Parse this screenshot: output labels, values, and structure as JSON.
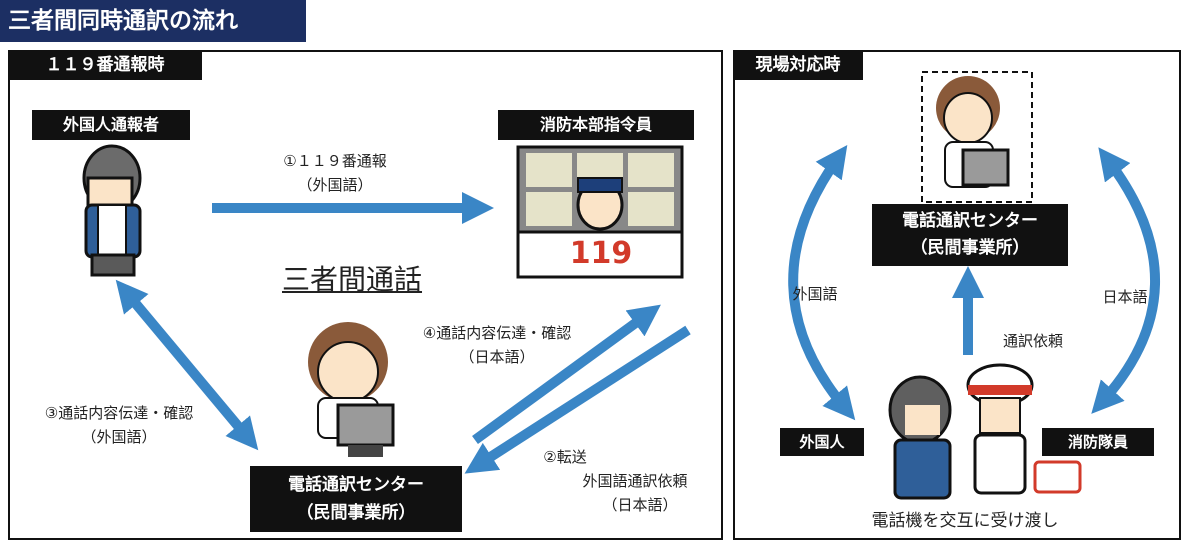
{
  "title": "三者間同時通訳の流れ",
  "left_panel": {
    "heading": "１１９番通報時",
    "caller_label": "外国人通報者",
    "dispatcher_label": "消防本部指令員",
    "center_label_line1": "電話通訳センター",
    "center_label_line2": "（民間事業所）",
    "step1_line1": "①１１９番通報",
    "step1_line2": "（外国語）",
    "three_way": "三者間通話",
    "step4_line1": "④通話内容伝達・確認",
    "step4_line2": "（日本語）",
    "step3_line1": "③通話内容伝達・確認",
    "step3_line2": "（外国語）",
    "step2_line1": "②転送",
    "step2_line2": "外国語通訳依頼",
    "step2_line3": "（日本語）",
    "sign_119": "119"
  },
  "right_panel": {
    "heading": "現場対応時",
    "center_label_line1": "電話通訳センター",
    "center_label_line2": "（民間事業所）",
    "foreign_lang": "外国語",
    "japanese": "日本語",
    "request": "通訳依頼",
    "foreigner_label": "外国人",
    "firefighter_label": "消防隊員",
    "handover": "電話機を交互に受け渡し"
  },
  "colors": {
    "banner": "#1c2f63",
    "arrow": "#3a86c6",
    "label_bg": "#111111"
  }
}
